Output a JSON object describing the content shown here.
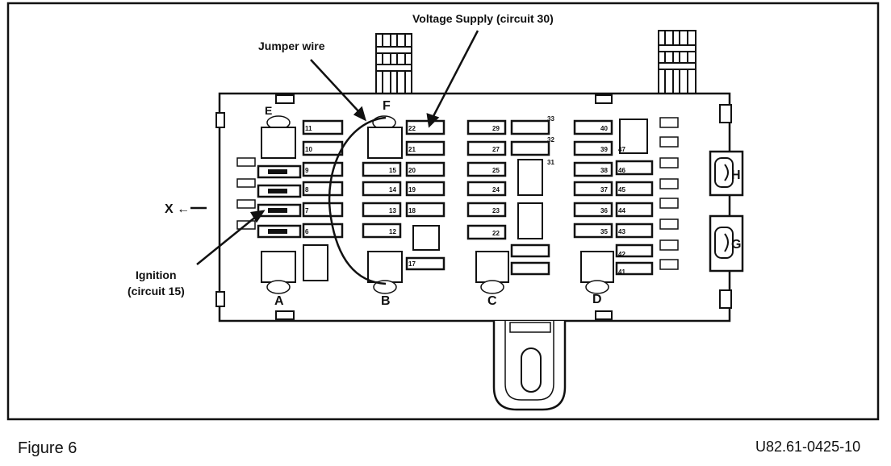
{
  "callouts": {
    "voltage_supply": "Voltage Supply (circuit 30)",
    "jumper_wire": "Jumper wire",
    "ignition_line1": "Ignition",
    "ignition_line2": "(circuit 15)",
    "x_marker": "X ←"
  },
  "relay_letters": {
    "E": "E",
    "F": "F",
    "A": "A",
    "B": "B",
    "C": "C",
    "D": "D",
    "H": "H",
    "G": "G"
  },
  "caption": {
    "figure": "Figure 6",
    "code": "U82.61-0425-10"
  }
}
